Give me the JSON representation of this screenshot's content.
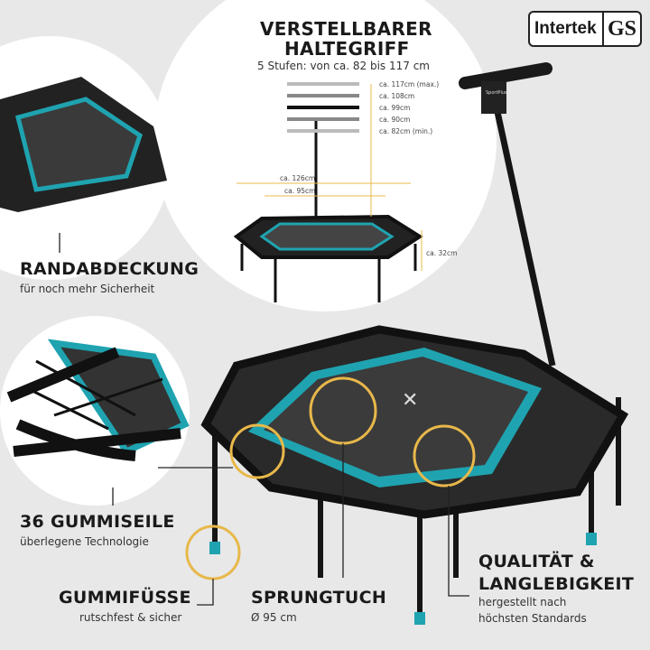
{
  "badge": {
    "brand": "Intertek",
    "mark": "GS"
  },
  "handle": {
    "title1": "VERSTELLBARER",
    "title2": "HALTEGRIFF",
    "subtitle": "5 Stufen: von ca. 82 bis 117 cm",
    "levels": [
      "ca. 117cm (max.)",
      "ca. 108cm",
      "ca. 99cm",
      "ca. 90cm",
      "ca. 82cm (min.)"
    ],
    "width_outer": "ca. 126cm",
    "width_inner": "ca. 95cm",
    "height": "ca. 32cm",
    "brand": "SportPlus"
  },
  "features": [
    {
      "title": "RANDABDECKUNG",
      "sub": "für noch mehr Sicherheit"
    },
    {
      "title": "36 GUMMISEILE",
      "sub": "überlegene Technologie"
    },
    {
      "title": "GUMMIFÜSSE",
      "sub": "rutschfest & sicher"
    },
    {
      "title": "SPRUNGTUCH",
      "sub": "Ø 95 cm"
    },
    {
      "title1": "QUALITÄT &",
      "title2": "LANGLEBIGKEIT",
      "sub1": "hergestellt nach",
      "sub2": "höchsten Standards"
    }
  ],
  "colors": {
    "accent": "#e8b84a",
    "teal": "#1fa3b0",
    "background": "#e8e8e8"
  }
}
